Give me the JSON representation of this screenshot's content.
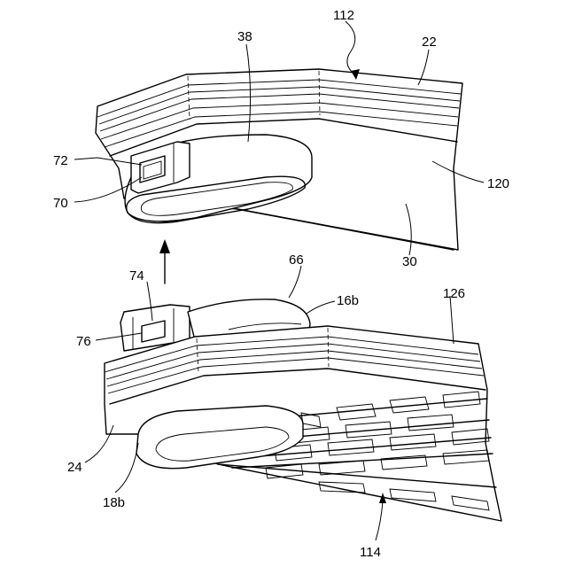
{
  "figure": {
    "labels": {
      "l112": "112",
      "l38": "38",
      "l22": "22",
      "l72": "72",
      "l70": "70",
      "l120": "120",
      "l30": "30",
      "l66": "66",
      "l74": "74",
      "l16b": "16b",
      "l126": "126",
      "l76": "76",
      "l24": "24",
      "l18b": "18b",
      "l114": "114"
    }
  }
}
